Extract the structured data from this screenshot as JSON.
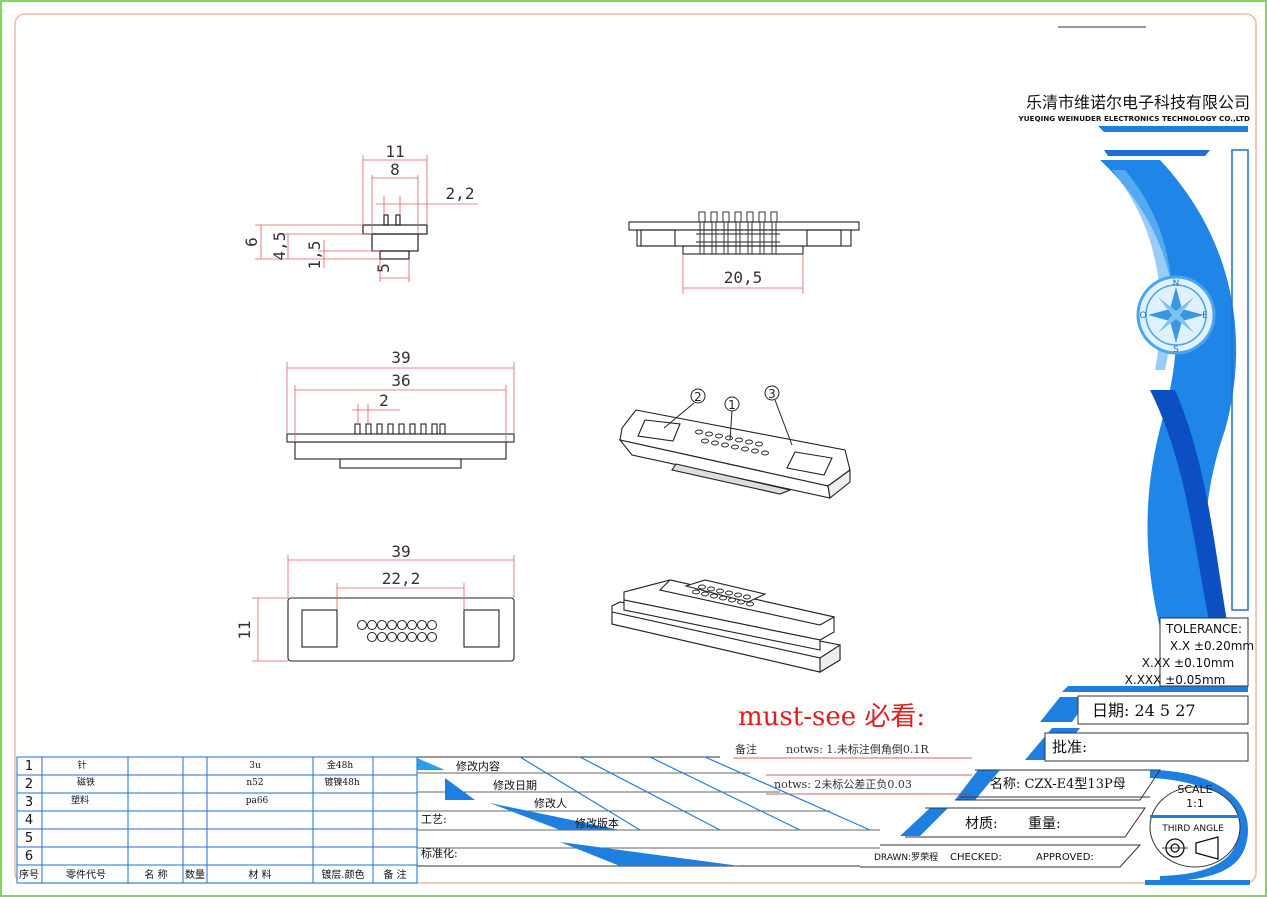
{
  "company": {
    "name_cn": "乐清市维诺尔电子科技有限公司",
    "name_en": "YUEQING WEINUDER ELECTRONICS TECHNOLOGY CO.,LTD"
  },
  "views": {
    "side": {
      "d11": "11",
      "d8": "8",
      "d22": "2,2",
      "d6": "6",
      "d45": "4,5",
      "d15": "1,5",
      "d5": "5"
    },
    "front_top": {
      "d205": "20,5"
    },
    "front": {
      "d39": "39",
      "d36": "36",
      "d2": "2"
    },
    "bottom": {
      "d39": "39",
      "d222": "22,2",
      "d11": "11"
    },
    "balloons": [
      "2",
      "1",
      "3"
    ]
  },
  "compass": {
    "n": "N",
    "e": "E",
    "s": "S",
    "o": "O"
  },
  "tolerance": {
    "title": "TOLERANCE:",
    "lines": [
      "X.X  ±0.20mm",
      "X.XX  ±0.10mm",
      "X.XXX  ±0.05mm"
    ]
  },
  "notes": {
    "must_see": "must-see 必看:",
    "remark_label": "备注",
    "note1": "notws: 1.未标注倒角倒0.1R",
    "note2": "notws: 2未标公差正负0.03"
  },
  "title_block": {
    "date": "日期:  24  5  27",
    "approve": "批准:",
    "name": "名称: CZX-E4型13P母",
    "material": "材质:",
    "weight": "重量:",
    "scale_label": "SCALE",
    "scale_value": "1:1",
    "third_angle": "THIRD ANGLE",
    "drawn": "DRAWN:罗荣程",
    "checked": "CHECKED:",
    "approved": "APPROVED:",
    "craft": "工艺:",
    "standard": "标准化:",
    "rev_content": "修改内容",
    "rev_date": "修改日期",
    "rev_person": "修改人",
    "rev_version": "修改版本"
  },
  "bom": {
    "rows": [
      {
        "no": "1",
        "code": "针",
        "name": "",
        "qty": "",
        "mat": "3u",
        "plating": "金48h",
        "note": ""
      },
      {
        "no": "2",
        "code": "磁铁",
        "name": "",
        "qty": "",
        "mat": "n52",
        "plating": "镀镍48h",
        "note": ""
      },
      {
        "no": "3",
        "code": "塑料",
        "name": "",
        "qty": "",
        "mat": "pa66",
        "plating": "",
        "note": ""
      },
      {
        "no": "4",
        "code": "",
        "name": "",
        "qty": "",
        "mat": "",
        "plating": "",
        "note": ""
      },
      {
        "no": "5",
        "code": "",
        "name": "",
        "qty": "",
        "mat": "",
        "plating": "",
        "note": ""
      },
      {
        "no": "6",
        "code": "",
        "name": "",
        "qty": "",
        "mat": "",
        "plating": "",
        "note": ""
      }
    ],
    "header": {
      "no": "序号",
      "code": "零件代号",
      "name": "名 称",
      "qty": "数量",
      "mat": "材  料",
      "plating": "镀层.颜色",
      "note": "备 注"
    }
  }
}
